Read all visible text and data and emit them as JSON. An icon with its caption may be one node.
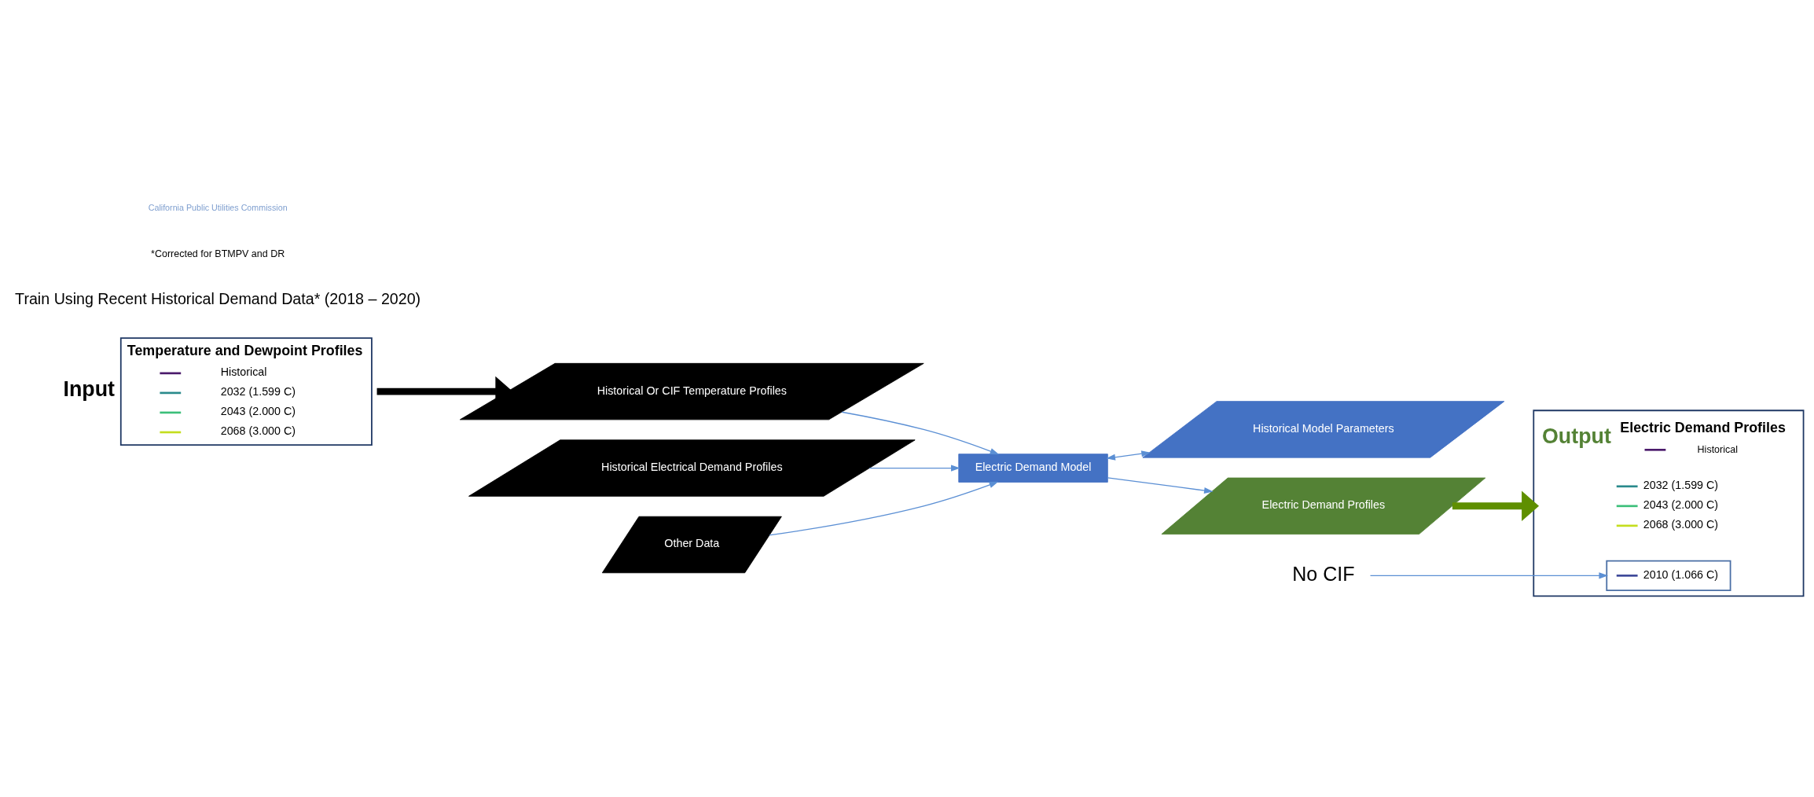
{
  "diagram": {
    "nodes": [
      {
        "text": [
          "Temperature and Dewpoint Profiles",
          "Historical",
          "2032 (1.599 C)",
          "2043 (2.000 C)",
          "2068 (3.000 C)"
        ],
        "beside": [
          "Input"
        ]
      },
      {
        "text": [
          "Historical Electrical Demand Profiles"
        ]
      },
      {
        "text": [
          "Historical Or CIF Temperature Profiles"
        ]
      },
      {
        "text": [
          "Other Data"
        ]
      },
      {
        "text": [
          "Electric Demand Model"
        ]
      },
      {
        "text": [
          "Historical Model Parameters"
        ]
      },
      {
        "text": [
          "Electric Demand Profiles"
        ]
      },
      {
        "text": [
          "Electric Demand Profiles",
          "Historical",
          "2032 (1.599 C)",
          "2043 (2.000 C)",
          "2068 (3.000 C)"
        ],
        "beside": [
          "Output"
        ]
      },
      {
        "text": [
          "2010 (1.066 C)"
        ],
        "in": 7
      },
      {
        "text": [
          "No CIF"
        ]
      }
    ],
    "edges": [
      {
        "from": 0,
        "to": 2,
        "arrow": "to",
        "style": "thick",
        "color": "#000000"
      },
      {
        "from": 1,
        "to": 4,
        "arrow": "to"
      },
      {
        "from": 2,
        "to": 4,
        "arrow": "to"
      },
      {
        "from": 3,
        "to": 4,
        "arrow": "to"
      },
      {
        "from": 4,
        "to": 5,
        "arrow": "both"
      },
      {
        "from": 4,
        "to": 6,
        "arrow": "to"
      },
      {
        "from": 6,
        "to": 7,
        "arrow": "to",
        "style": "thick",
        "color": "#5f8f00"
      },
      {
        "from": 9,
        "to": 8,
        "arrow": "to"
      }
    ],
    "labels": [
      "Train Using Recent Historical Demand Data* (2018 – 2020)",
      "*Corrected for BTMPV and DR",
      "California Public Utilities Commission"
    ]
  }
}
